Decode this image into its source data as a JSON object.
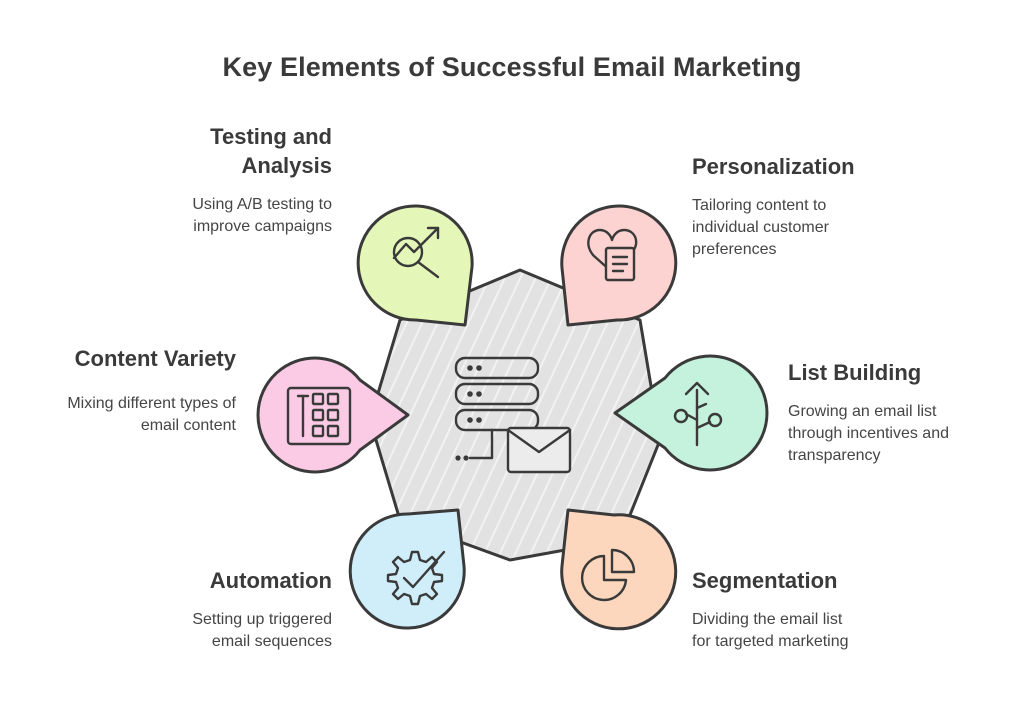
{
  "title": "Key Elements of Successful Email Marketing",
  "center": {
    "icon": "server-email-icon"
  },
  "elements": [
    {
      "id": "testing",
      "heading_line1": "Testing and",
      "heading_line2": "Analysis",
      "desc_line1": "Using A/B testing to",
      "desc_line2": "improve campaigns",
      "icon": "trend-magnifier-icon",
      "color": "#e4f7b8"
    },
    {
      "id": "personalization",
      "heading_line1": "Personalization",
      "desc_line1": "Tailoring content to",
      "desc_line2": "individual customer",
      "desc_line3": "preferences",
      "icon": "heart-document-icon",
      "color": "#fdd3d1"
    },
    {
      "id": "content",
      "heading_line1": "Content Variety",
      "desc_line1": "Mixing different types of",
      "desc_line2": "email content",
      "icon": "content-grid-icon",
      "color": "#fbcbe6"
    },
    {
      "id": "list",
      "heading_line1": "List Building",
      "desc_line1": "Growing an email list",
      "desc_line2": "through incentives and",
      "desc_line3": "transparency",
      "icon": "growth-branch-icon",
      "color": "#c4f2dd"
    },
    {
      "id": "automation",
      "heading_line1": "Automation",
      "desc_line1": "Setting up triggered",
      "desc_line2": "email sequences",
      "icon": "gear-check-icon",
      "color": "#cfeefa"
    },
    {
      "id": "segmentation",
      "heading_line1": "Segmentation",
      "desc_line1": "Dividing the email list",
      "desc_line2": "for targeted marketing",
      "icon": "pie-chart-icon",
      "color": "#fdd7bd"
    }
  ]
}
